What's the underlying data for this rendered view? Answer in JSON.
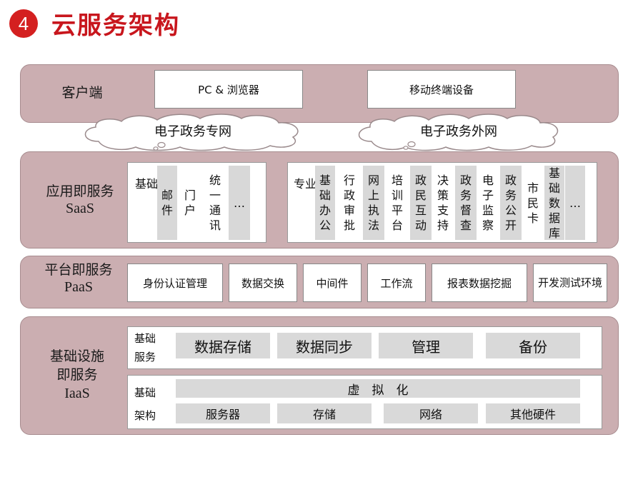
{
  "header": {
    "number": "4",
    "title": "云服务架构"
  },
  "client": {
    "label": "客户端",
    "boxes": [
      "PC & 浏览器",
      "移动终端设备"
    ]
  },
  "networks": {
    "private": "电子政务专网",
    "external": "电子政务外网"
  },
  "saas": {
    "label_line1": "应用即服务",
    "label_line2": "SaaS",
    "basic": {
      "label": "基础",
      "items": [
        "邮件",
        "门户",
        "统一通讯",
        "…"
      ]
    },
    "professional": {
      "label": "专业",
      "items": [
        "基础办公",
        "行政审批",
        "网上执法",
        "培训平台",
        "政民互动",
        "决策支持",
        "政务督查",
        "电子监察",
        "政务公开",
        "市民卡",
        "基础数据库",
        "…"
      ]
    }
  },
  "paas": {
    "label_line1": "平台即服务",
    "label_line2": "PaaS",
    "items": [
      "身份认证管理",
      "数据交换",
      "中间件",
      "工作流",
      "报表数据挖掘",
      "开发测试环境"
    ]
  },
  "iaas": {
    "label_line1": "基础设施",
    "label_line2": "即服务",
    "label_line3": "IaaS",
    "services": {
      "label_line1": "基础",
      "label_line2": "服务",
      "items": [
        "数据存储",
        "数据同步",
        "管理",
        "备份"
      ]
    },
    "architecture": {
      "label_line1": "基础",
      "label_line2": "架构",
      "virtualization": "虚　拟　化",
      "items": [
        "服务器",
        "存储",
        "网络",
        "其他硬件"
      ]
    }
  },
  "colors": {
    "band": "#cbaeb1",
    "accent": "#c8161d",
    "cell": "#d9d9d9"
  }
}
